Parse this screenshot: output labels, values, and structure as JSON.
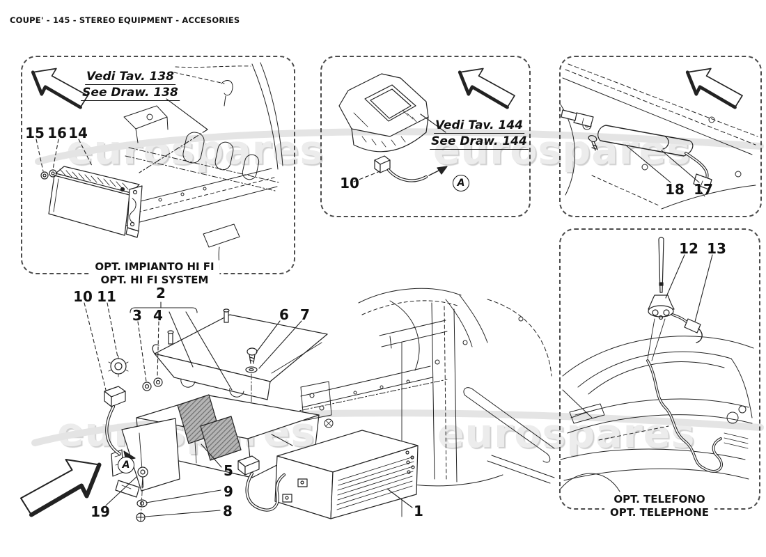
{
  "header": {
    "title": "COUPE' - 145 - STEREO EQUIPMENT - ACCESORIES"
  },
  "watermark": {
    "text": "eurospares",
    "color": "#ececec"
  },
  "colors": {
    "line": "#222222",
    "watermark_swoosh": "#e4e4e4",
    "foam_fill": "#b5b5b5"
  },
  "notes": {
    "hifi": {
      "line1": "Vedi Tav. 138",
      "line2": "See Draw. 138"
    },
    "nav": {
      "line1": "Vedi Tav. 144",
      "line2": "See Draw. 144"
    }
  },
  "captions": {
    "hifi": {
      "line1": "OPT. IMPIANTO HI FI",
      "line2": "OPT. HI FI SYSTEM"
    },
    "telephone": {
      "line1": "OPT. TELEFONO",
      "line2": "OPT. TELEPHONE"
    }
  },
  "view_refs": {
    "nav": "A",
    "main": "A"
  },
  "callouts": {
    "c15": "15",
    "c16": "16",
    "c14": "14",
    "c10_nav": "10",
    "c18": "18",
    "c17": "17",
    "c12": "12",
    "c13": "13",
    "c10": "10",
    "c11": "11",
    "c2": "2",
    "c3": "3",
    "c4": "4",
    "c6": "6",
    "c7": "7",
    "c5": "5",
    "c9": "9",
    "c8": "8",
    "c19": "19",
    "c1": "1"
  }
}
